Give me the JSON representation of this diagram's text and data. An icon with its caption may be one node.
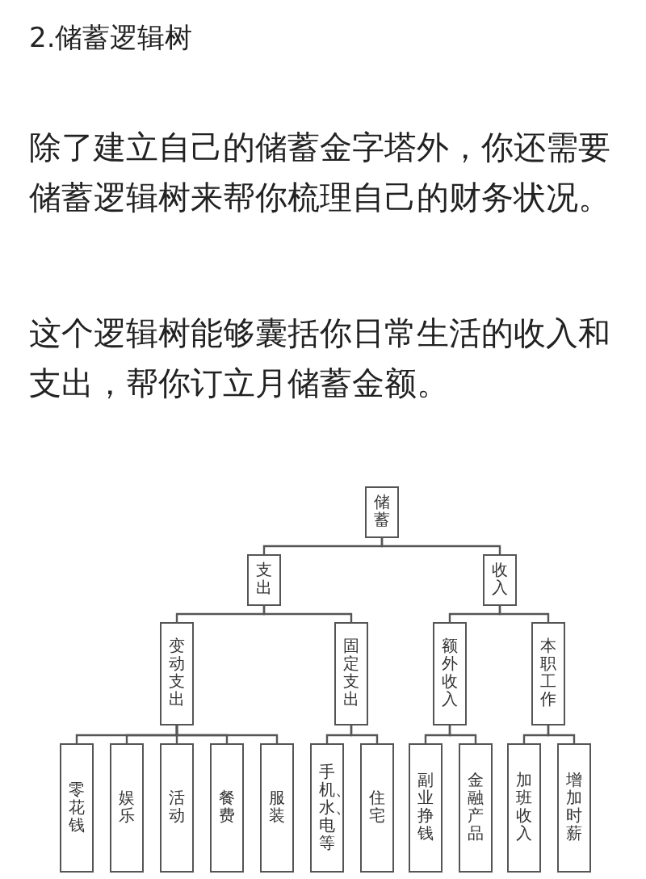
{
  "diagram": {
    "title": "2.储蓄逻辑树",
    "nodes": [
      {
        "text": [
          "储蓄"
        ]
      },
      {
        "text": [
          "支出"
        ]
      },
      {
        "text": [
          "收入"
        ]
      },
      {
        "text": [
          "变动支出"
        ]
      },
      {
        "text": [
          "固定支出"
        ]
      },
      {
        "text": [
          "额外收入"
        ]
      },
      {
        "text": [
          "本职工作"
        ]
      },
      {
        "text": [
          "零花钱"
        ]
      },
      {
        "text": [
          "娱乐"
        ]
      },
      {
        "text": [
          "活动"
        ]
      },
      {
        "text": [
          "餐费"
        ]
      },
      {
        "text": [
          "服装"
        ]
      },
      {
        "text": [
          "手机、水、电等"
        ]
      },
      {
        "text": [
          "住宅"
        ]
      },
      {
        "text": [
          "副业挣钱"
        ]
      },
      {
        "text": [
          "金融产品"
        ]
      },
      {
        "text": [
          "加班收入"
        ]
      },
      {
        "text": [
          "增加时薪"
        ]
      }
    ],
    "edges": [
      {
        "from": 0,
        "to": 1,
        "arrow": "none"
      },
      {
        "from": 0,
        "to": 2,
        "arrow": "none"
      },
      {
        "from": 1,
        "to": 3,
        "arrow": "none"
      },
      {
        "from": 1,
        "to": 4,
        "arrow": "none"
      },
      {
        "from": 2,
        "to": 5,
        "arrow": "none"
      },
      {
        "from": 2,
        "to": 6,
        "arrow": "none"
      },
      {
        "from": 3,
        "to": 7,
        "arrow": "none"
      },
      {
        "from": 3,
        "to": 8,
        "arrow": "none"
      },
      {
        "from": 3,
        "to": 9,
        "arrow": "none"
      },
      {
        "from": 3,
        "to": 10,
        "arrow": "none"
      },
      {
        "from": 3,
        "to": 11,
        "arrow": "none"
      },
      {
        "from": 4,
        "to": 12,
        "arrow": "none"
      },
      {
        "from": 4,
        "to": 13,
        "arrow": "none"
      },
      {
        "from": 5,
        "to": 14,
        "arrow": "none"
      },
      {
        "from": 5,
        "to": 15,
        "arrow": "none"
      },
      {
        "from": 6,
        "to": 16,
        "arrow": "none"
      },
      {
        "from": 6,
        "to": 17,
        "arrow": "none"
      }
    ],
    "labels": [
      "除了建立自己的储蓄金字塔外，你还需要储蓄逻辑树来帮你梳理自己的财务状况。",
      "这个逻辑树能够囊括你日常生活的收入和支出，帮你订立月储蓄金额。"
    ]
  }
}
